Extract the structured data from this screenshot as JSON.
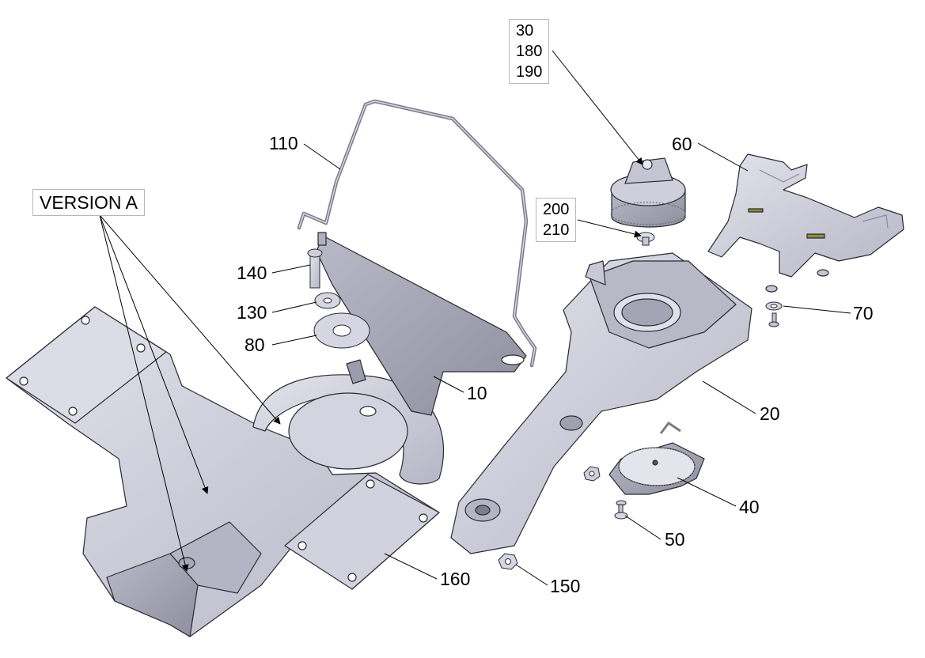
{
  "version_label": "VERSION A",
  "callouts": {
    "c10": "10",
    "c20": "20",
    "c40": "40",
    "c50": "50",
    "c60": "60",
    "c70": "70",
    "c80": "80",
    "c110": "110",
    "c130": "130",
    "c140": "140",
    "c150": "150",
    "c160": "160"
  },
  "group_top": [
    "30",
    "180",
    "190"
  ],
  "group_mid": [
    "200",
    "210"
  ],
  "colors": {
    "part_fill": "#c9c9d6",
    "part_light": "#dcdce7",
    "part_shadow": "#9a9aaa",
    "outline": "#2a2a30",
    "leader": "#000000"
  }
}
